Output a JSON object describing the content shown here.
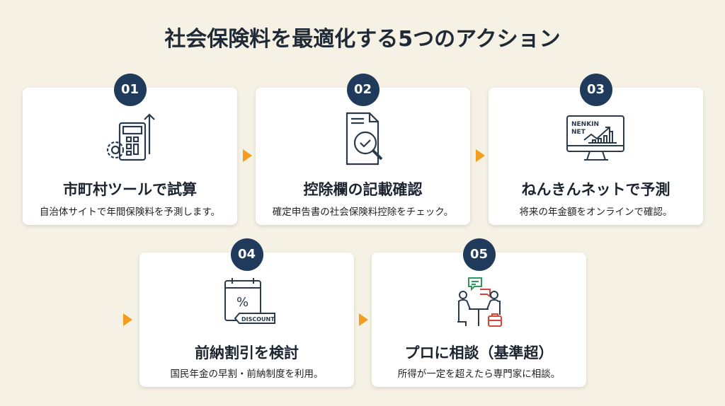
{
  "title": "社会保険料を最適化する5つのアクション",
  "colors": {
    "badge": "#1f3a5a",
    "arrow": "#f39c1f",
    "background": "#f5f1e4"
  },
  "steps": [
    {
      "number": "01",
      "title": "市町村ツールで試算",
      "description": "自治体サイトで年間保険料を予測します。",
      "icon": "calculator-gear-arrow-icon"
    },
    {
      "number": "02",
      "title": "控除欄の記載確認",
      "description": "確定申告書の社会保険料控除をチェック。",
      "icon": "document-magnifier-check-icon"
    },
    {
      "number": "03",
      "title": "ねんきんネットで予測",
      "description": "将来の年金額をオンラインで確認。",
      "icon": "monitor-chart-icon",
      "icon_text": [
        "NENKIN",
        "NET"
      ]
    },
    {
      "number": "04",
      "title": "前納割引を検討",
      "description": "国民年金の早割・前納制度を利用。",
      "icon": "calendar-discount-icon",
      "icon_text": "DISCOUNT"
    },
    {
      "number": "05",
      "title": "プロに相談（基準超）",
      "description": "所得が一定を超えたら専門家に相談。",
      "icon": "consultation-icon"
    }
  ]
}
